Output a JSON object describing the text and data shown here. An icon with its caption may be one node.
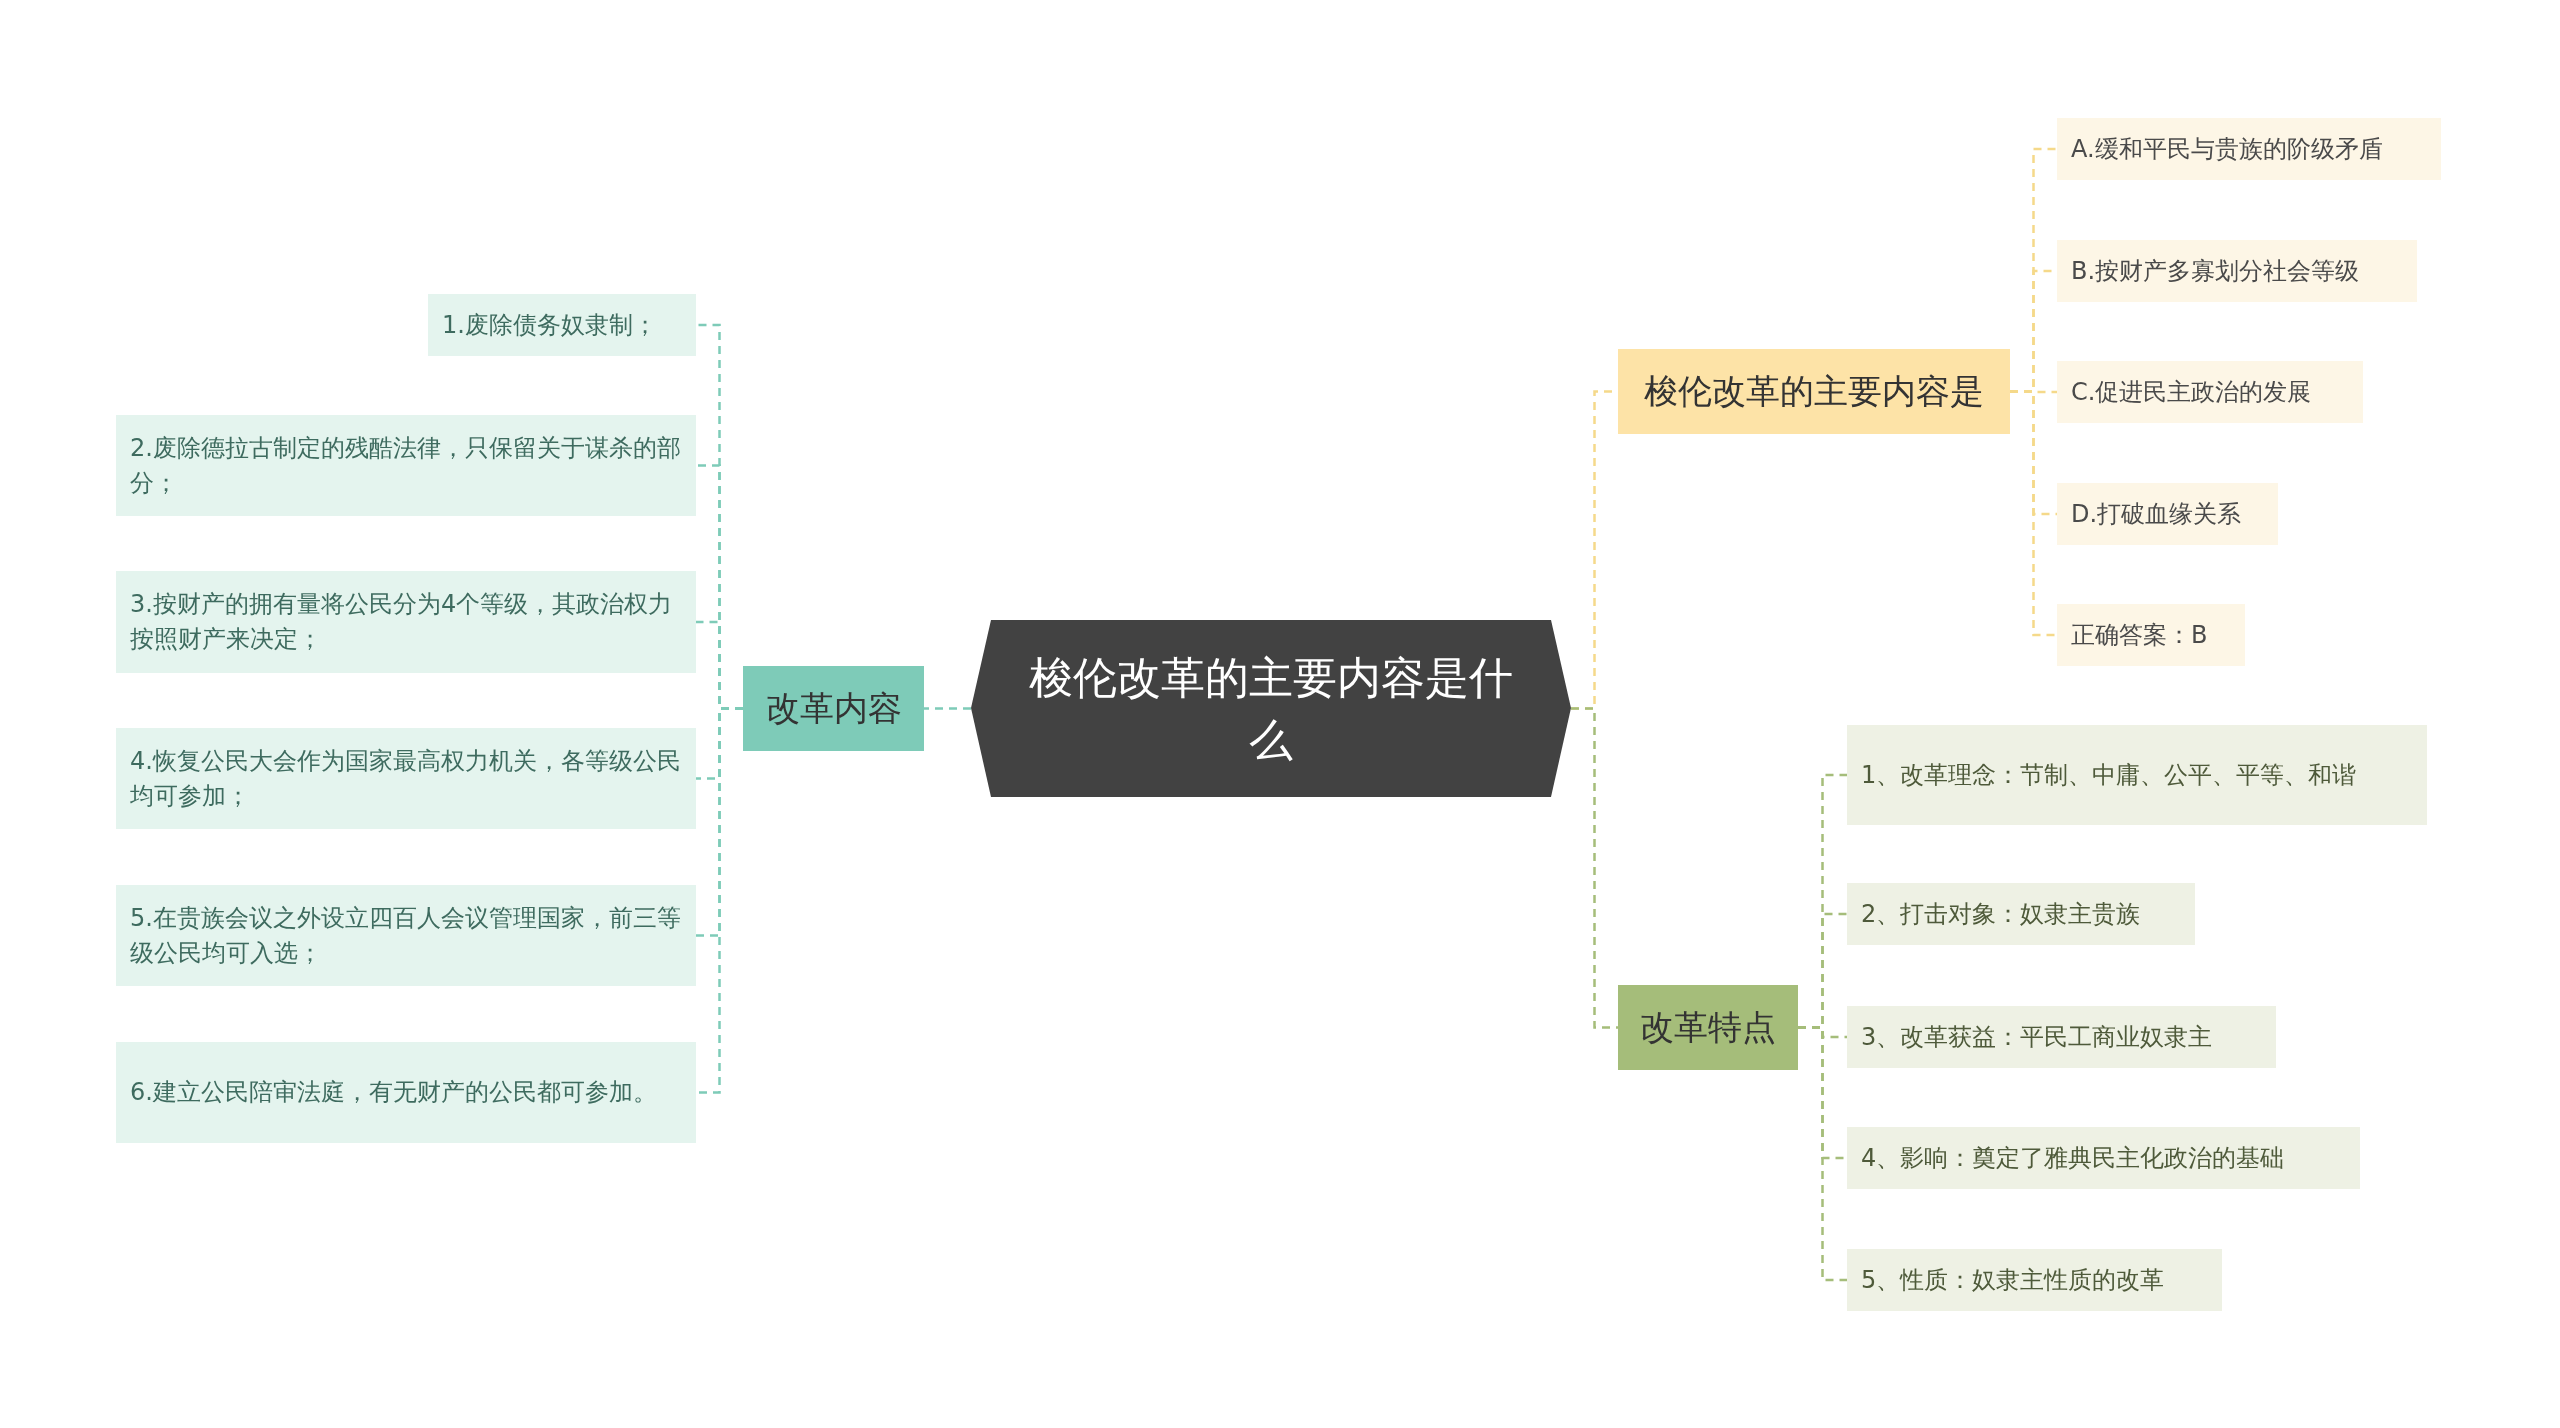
{
  "diagram": {
    "nodes": [
      {
        "text": [
          "梭伦改革的主要内容是什么"
        ]
      },
      {
        "text": [
          "改革内容"
        ]
      },
      {
        "text": [
          "1.废除债务奴隶制；"
        ]
      },
      {
        "text": [
          "2.废除德拉古制定的残酷法律，只保留关于谋杀的部分；"
        ]
      },
      {
        "text": [
          "3.按财产的拥有量将公民分为4个等级，其政治权力按照财产来决定；"
        ]
      },
      {
        "text": [
          "4.恢复公民大会作为国家最高权力机关，各等级公民均可参加；"
        ]
      },
      {
        "text": [
          "5.在贵族会议之外设立四百人会议管理国家，前三等级公民均可入选；"
        ]
      },
      {
        "text": [
          "6.建立公民陪审法庭，有无财产的公民都可参加。"
        ]
      },
      {
        "text": [
          "梭伦改革的主要内容是"
        ]
      },
      {
        "text": [
          "A.缓和平民与贵族的阶级矛盾"
        ]
      },
      {
        "text": [
          "B.按财产多寡划分社会等级"
        ]
      },
      {
        "text": [
          "C.促进民主政治的发展"
        ]
      },
      {
        "text": [
          "D.打破血缘关系"
        ]
      },
      {
        "text": [
          "正确答案：B"
        ]
      },
      {
        "text": [
          "改革特点"
        ]
      },
      {
        "text": [
          "1、改革理念：节制、中庸、公平、平等、和谐"
        ]
      },
      {
        "text": [
          "2、打击对象：奴隶主贵族"
        ]
      },
      {
        "text": [
          "3、改革获益：平民工商业奴隶主"
        ]
      },
      {
        "text": [
          "4、影响：奠定了雅典民主化政治的基础"
        ]
      },
      {
        "text": [
          "5、性质：奴隶主性质的改革"
        ]
      }
    ],
    "edges": [
      {
        "from": 0,
        "to": 1,
        "arrow": "none",
        "style": "dashed",
        "color": "#7ecbb8"
      },
      {
        "from": 1,
        "to": 2,
        "arrow": "none",
        "style": "dashed",
        "color": "#7ecbb8"
      },
      {
        "from": 1,
        "to": 3,
        "arrow": "none",
        "style": "dashed",
        "color": "#7ecbb8"
      },
      {
        "from": 1,
        "to": 4,
        "arrow": "none",
        "style": "dashed",
        "color": "#7ecbb8"
      },
      {
        "from": 1,
        "to": 5,
        "arrow": "none",
        "style": "dashed",
        "color": "#7ecbb8"
      },
      {
        "from": 1,
        "to": 6,
        "arrow": "none",
        "style": "dashed",
        "color": "#7ecbb8"
      },
      {
        "from": 1,
        "to": 7,
        "arrow": "none",
        "style": "dashed",
        "color": "#7ecbb8"
      },
      {
        "from": 0,
        "to": 8,
        "arrow": "none",
        "style": "dashed",
        "color": "#f5d98a"
      },
      {
        "from": 8,
        "to": 9,
        "arrow": "none",
        "style": "dashed",
        "color": "#f5d98a"
      },
      {
        "from": 8,
        "to": 10,
        "arrow": "none",
        "style": "dashed",
        "color": "#f5d98a"
      },
      {
        "from": 8,
        "to": 11,
        "arrow": "none",
        "style": "dashed",
        "color": "#f5d98a"
      },
      {
        "from": 8,
        "to": 12,
        "arrow": "none",
        "style": "dashed",
        "color": "#f5d98a"
      },
      {
        "from": 8,
        "to": 13,
        "arrow": "none",
        "style": "dashed",
        "color": "#f5d98a"
      },
      {
        "from": 0,
        "to": 14,
        "arrow": "none",
        "style": "dashed",
        "color": "#a5bd7a"
      },
      {
        "from": 14,
        "to": 15,
        "arrow": "none",
        "style": "dashed",
        "color": "#a5bd7a"
      },
      {
        "from": 14,
        "to": 16,
        "arrow": "none",
        "style": "dashed",
        "color": "#a5bd7a"
      },
      {
        "from": 14,
        "to": 17,
        "arrow": "none",
        "style": "dashed",
        "color": "#a5bd7a"
      },
      {
        "from": 14,
        "to": 18,
        "arrow": "none",
        "style": "dashed",
        "color": "#a5bd7a"
      },
      {
        "from": 14,
        "to": 19,
        "arrow": "none",
        "style": "dashed",
        "color": "#a5bd7a"
      }
    ]
  }
}
